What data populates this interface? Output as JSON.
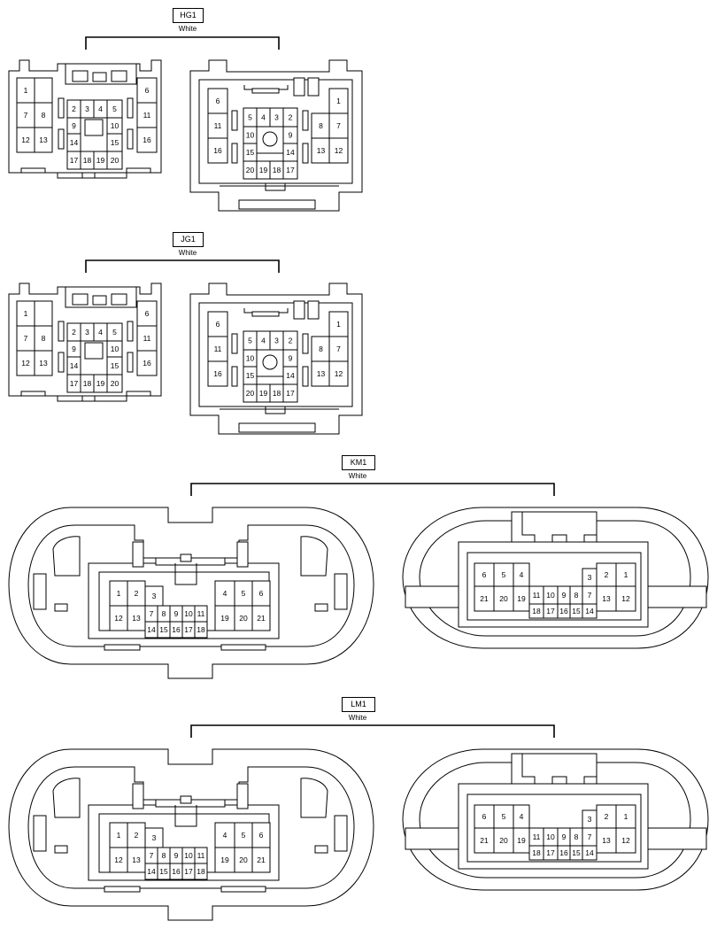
{
  "connectors": [
    {
      "id": "HG1",
      "code": "HG1",
      "color": "White",
      "left_pins": {
        "a": [
          "1",
          "7",
          "8",
          "12",
          "13",
          "6",
          "11",
          "16"
        ],
        "c": [
          "2",
          "3",
          "4",
          "5",
          "9",
          "10",
          "14",
          "15",
          "17",
          "18",
          "19",
          "20"
        ]
      },
      "right_pins": {
        "a": [
          "6",
          "11",
          "16",
          "1",
          "8",
          "7",
          "13",
          "12"
        ],
        "c": [
          "5",
          "4",
          "3",
          "2",
          "10",
          "9",
          "15",
          "14",
          "20",
          "19",
          "18",
          "17"
        ]
      }
    },
    {
      "id": "JG1",
      "code": "JG1",
      "color": "White",
      "left_pins": {
        "a": [
          "1",
          "7",
          "8",
          "12",
          "13",
          "6",
          "11",
          "16"
        ],
        "c": [
          "2",
          "3",
          "4",
          "5",
          "9",
          "10",
          "14",
          "15",
          "17",
          "18",
          "19",
          "20"
        ]
      },
      "right_pins": {
        "a": [
          "6",
          "11",
          "16",
          "1",
          "8",
          "7",
          "13",
          "12"
        ],
        "c": [
          "5",
          "4",
          "3",
          "2",
          "10",
          "9",
          "15",
          "14",
          "20",
          "19",
          "18",
          "17"
        ]
      }
    },
    {
      "id": "KM1",
      "code": "KM1",
      "color": "White",
      "left_pins": [
        "1",
        "2",
        "3",
        "12",
        "13",
        "7",
        "8",
        "9",
        "10",
        "11",
        "14",
        "15",
        "16",
        "17",
        "18",
        "4",
        "5",
        "6",
        "19",
        "20",
        "21"
      ],
      "right_pins": [
        "6",
        "5",
        "4",
        "21",
        "20",
        "19",
        "11",
        "10",
        "9",
        "8",
        "7",
        "18",
        "17",
        "16",
        "15",
        "14",
        "3",
        "2",
        "1",
        "13",
        "12"
      ]
    },
    {
      "id": "LM1",
      "code": "LM1",
      "color": "White",
      "left_pins": [
        "1",
        "2",
        "3",
        "12",
        "13",
        "7",
        "8",
        "9",
        "10",
        "11",
        "14",
        "15",
        "16",
        "17",
        "18",
        "4",
        "5",
        "6",
        "19",
        "20",
        "21"
      ],
      "right_pins": [
        "6",
        "5",
        "4",
        "21",
        "20",
        "19",
        "11",
        "10",
        "9",
        "8",
        "7",
        "18",
        "17",
        "16",
        "15",
        "14",
        "3",
        "2",
        "1",
        "13",
        "12"
      ]
    }
  ]
}
